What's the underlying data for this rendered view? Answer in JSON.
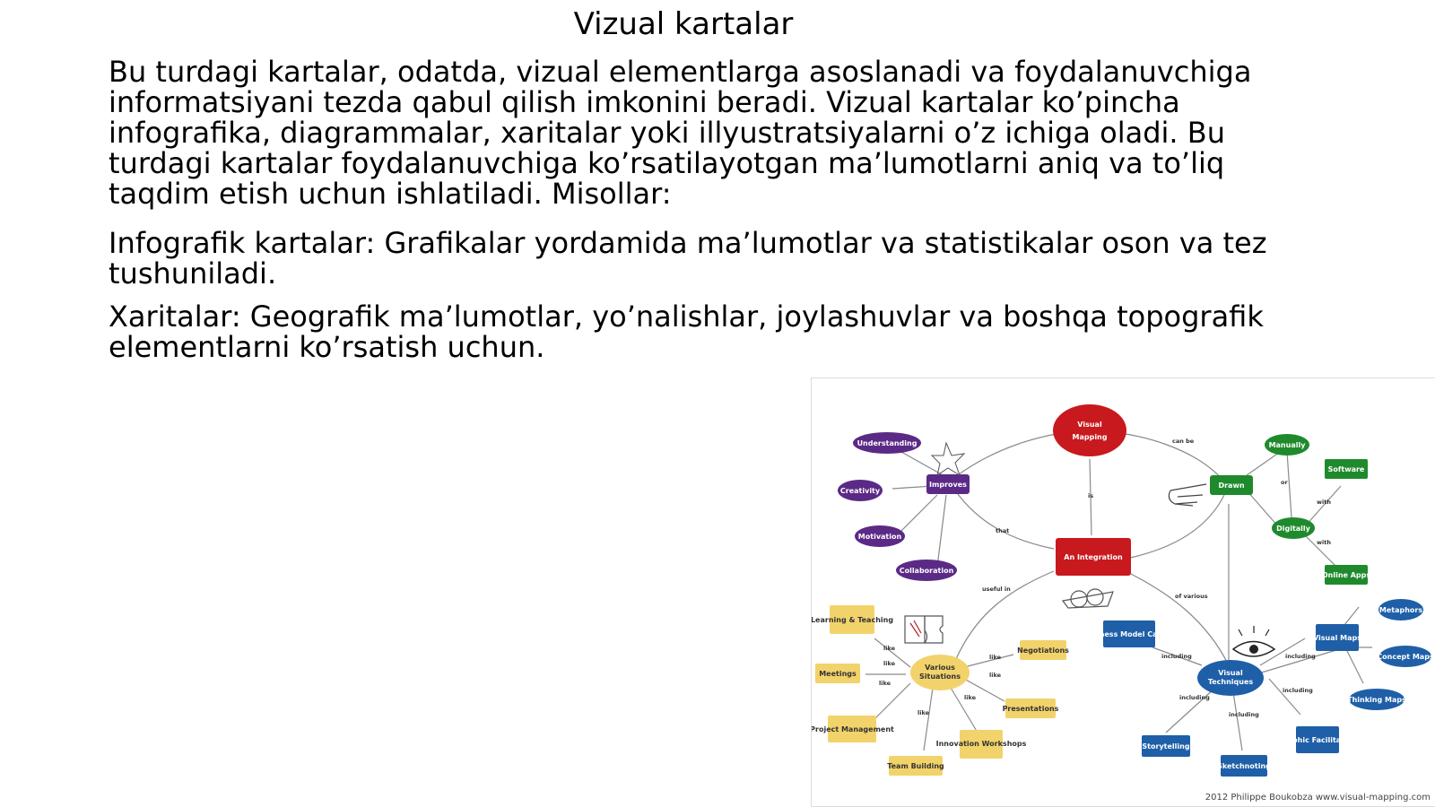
{
  "title": "Vizual kartalar",
  "paragraphs": [
    "Bu turdagi kartalar, odatda, vizual elementlarga asoslanadi va foydalanuvchiga informatsiyani tezda qabul qilish imkonini beradi. Vizual kartalar ko’pincha infografika, diagrammalar, xaritalar yoki illyustratsiyalarni o’z ichiga oladi. Bu turdagi kartalar foydalanuvchiga ko’rsatilayotgan ma’lumotlarni aniq va to’liq taqdim etish uchun ishlatiladi. Misollar:",
    "Infografik kartalar: Grafikalar yordamida ma’lumotlar va statistikalar oson va tez tushuniladi.",
    "Xaritalar: Geografik ma’lumotlar, yo’nalishlar, joylashuvlar va boshqa topografik elementlarni ko’rsatish uchun."
  ],
  "mindmap": {
    "colors": {
      "red": "#c8191e",
      "purple": "#5b2a86",
      "green": "#1f8a2c",
      "blue": "#1e5fa8",
      "yellow": "#f2d36b"
    },
    "center": [
      "Visual",
      "Mapping"
    ],
    "integration": "An Integration",
    "improves": "Improves",
    "purple_items": [
      "Understanding",
      "Creativity",
      "Motivation",
      "Collaboration"
    ],
    "drawn": "Drawn",
    "manually": "Manually",
    "digitally": "Digitally",
    "software": "Software",
    "online_apps": "Online Apps",
    "various": [
      "Various",
      "Situations"
    ],
    "yellow_items": [
      "Learning & Teaching",
      "Meetings",
      "Project Management",
      "Team Building",
      "Innovation Workshops",
      "Presentations",
      "Negotiations"
    ],
    "visual_techniques": [
      "Visual",
      "Techniques"
    ],
    "blue_items": [
      "Business Model Canvas",
      "Visual Maps",
      "Metaphors",
      "Concept Maps",
      "Thinking Maps",
      "Graphic Facilitation",
      "Storytelling",
      "Sketchnoting"
    ],
    "link_labels": {
      "can_be": "can be",
      "is": "is",
      "or": "or",
      "with": "with",
      "that": "that",
      "useful_in": "useful in",
      "of_various": "of various",
      "like": "like",
      "including": "including"
    },
    "credit": "2012 Philippe Boukobza www.visual-mapping.com"
  }
}
